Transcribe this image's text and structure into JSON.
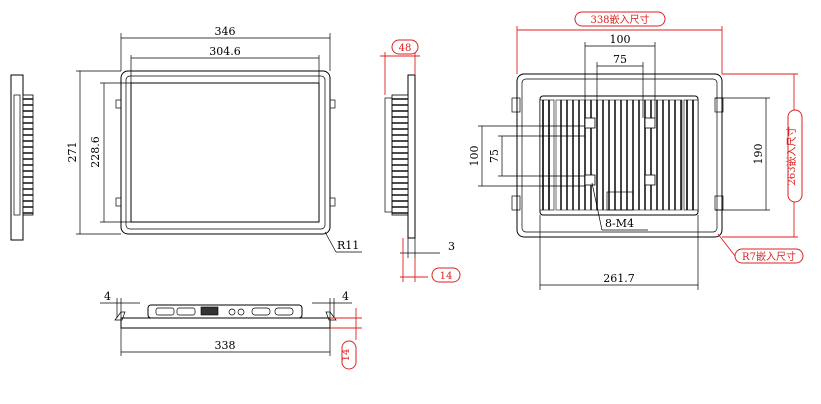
{
  "front": {
    "width": "346",
    "inner_width": "304.6",
    "height": "271",
    "inner_height": "228.6",
    "radius": "R11"
  },
  "side": {
    "depth": "48",
    "lip": "3",
    "base": "14"
  },
  "bottom": {
    "left_edge": "4",
    "right_edge": "4",
    "width": "338",
    "height": "14"
  },
  "rear": {
    "cutout_width": "338嵌入尺寸",
    "cutout_height": "263嵌入尺寸",
    "cutout_radius": "R7嵌入尺寸",
    "vesa_outer_h": "100",
    "vesa_inner_h": "75",
    "vesa_outer_v": "100",
    "vesa_inner_v": "75",
    "mount_height": "190",
    "mount_width": "261.7",
    "screws": "8-M4"
  },
  "colors": {
    "line": "#000000",
    "annotation": "#d22222"
  }
}
